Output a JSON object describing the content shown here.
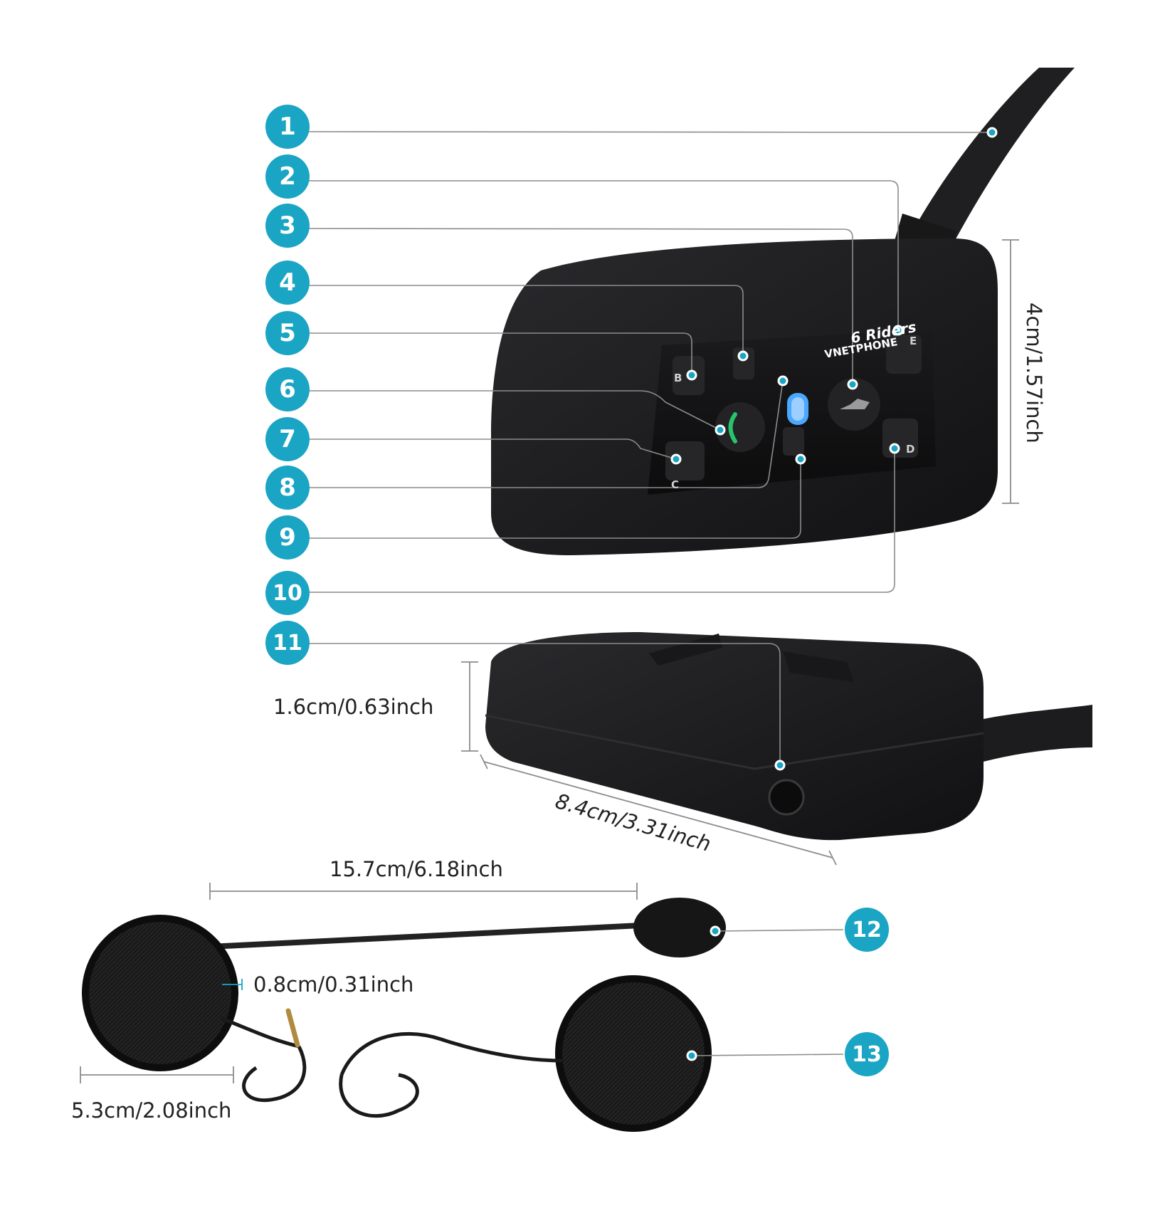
{
  "callouts": [
    {
      "id": 1,
      "label": "1"
    },
    {
      "id": 2,
      "label": "2"
    },
    {
      "id": 3,
      "label": "3"
    },
    {
      "id": 4,
      "label": "4"
    },
    {
      "id": 5,
      "label": "5"
    },
    {
      "id": 6,
      "label": "6"
    },
    {
      "id": 7,
      "label": "7"
    },
    {
      "id": 8,
      "label": "8"
    },
    {
      "id": 9,
      "label": "9"
    },
    {
      "id": 10,
      "label": "10"
    },
    {
      "id": 11,
      "label": "11"
    },
    {
      "id": 12,
      "label": "12"
    },
    {
      "id": 13,
      "label": "13"
    }
  ],
  "dimensions": {
    "height": "4cm/1.57inch",
    "depth": "1.6cm/0.63inch",
    "length": "8.4cm/3.31inch",
    "mic_boom": "15.7cm/6.18inch",
    "speaker_thickness": "0.8cm/0.31inch",
    "speaker_diameter": "5.3cm/2.08inch"
  },
  "device": {
    "brand_top": "6 Riders",
    "brand_bottom": "VNETPHONE",
    "key_b": "B",
    "key_c": "C",
    "key_d": "D",
    "key_e": "E"
  },
  "colors": {
    "accent": "#1aa5c4",
    "device": "#1e1e20",
    "led": "#4aa8ff",
    "call_button": "#27c46b"
  }
}
